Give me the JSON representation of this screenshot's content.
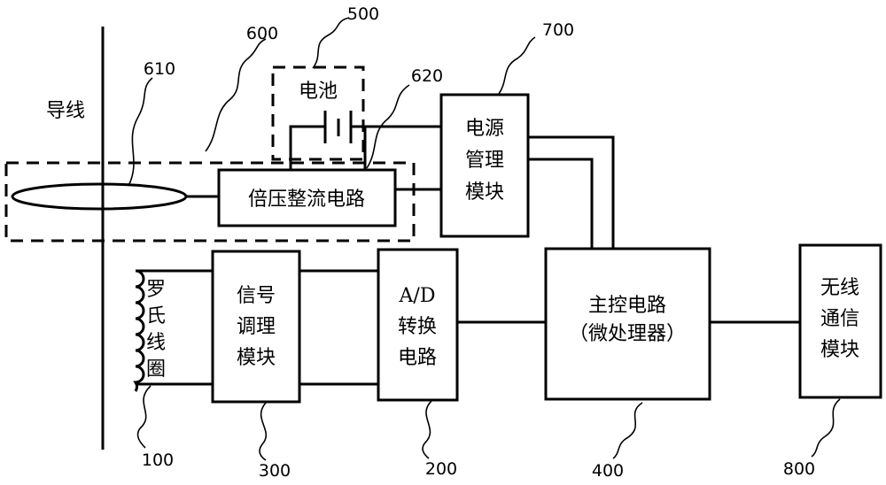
{
  "labels": {
    "wire": "导线",
    "battery": "电池",
    "rectifier": "倍压整流电路",
    "power_mgmt": [
      "电源",
      "管理",
      "模块"
    ],
    "rogowski": [
      "罗",
      "氏",
      "线",
      "圈"
    ],
    "signal_cond": [
      "信号",
      "调理",
      "模块"
    ],
    "adc": [
      "A/D",
      "转换",
      "电路"
    ],
    "main_ctrl": [
      "主控电路",
      "（微处理器）"
    ],
    "wireless": [
      "无线",
      "通信",
      "模块"
    ]
  },
  "refs": {
    "r100": "100",
    "r200": "200",
    "r300": "300",
    "r400": "400",
    "r500": "500",
    "r600": "600",
    "r610": "610",
    "r620": "620",
    "r700": "700",
    "r800": "800"
  }
}
